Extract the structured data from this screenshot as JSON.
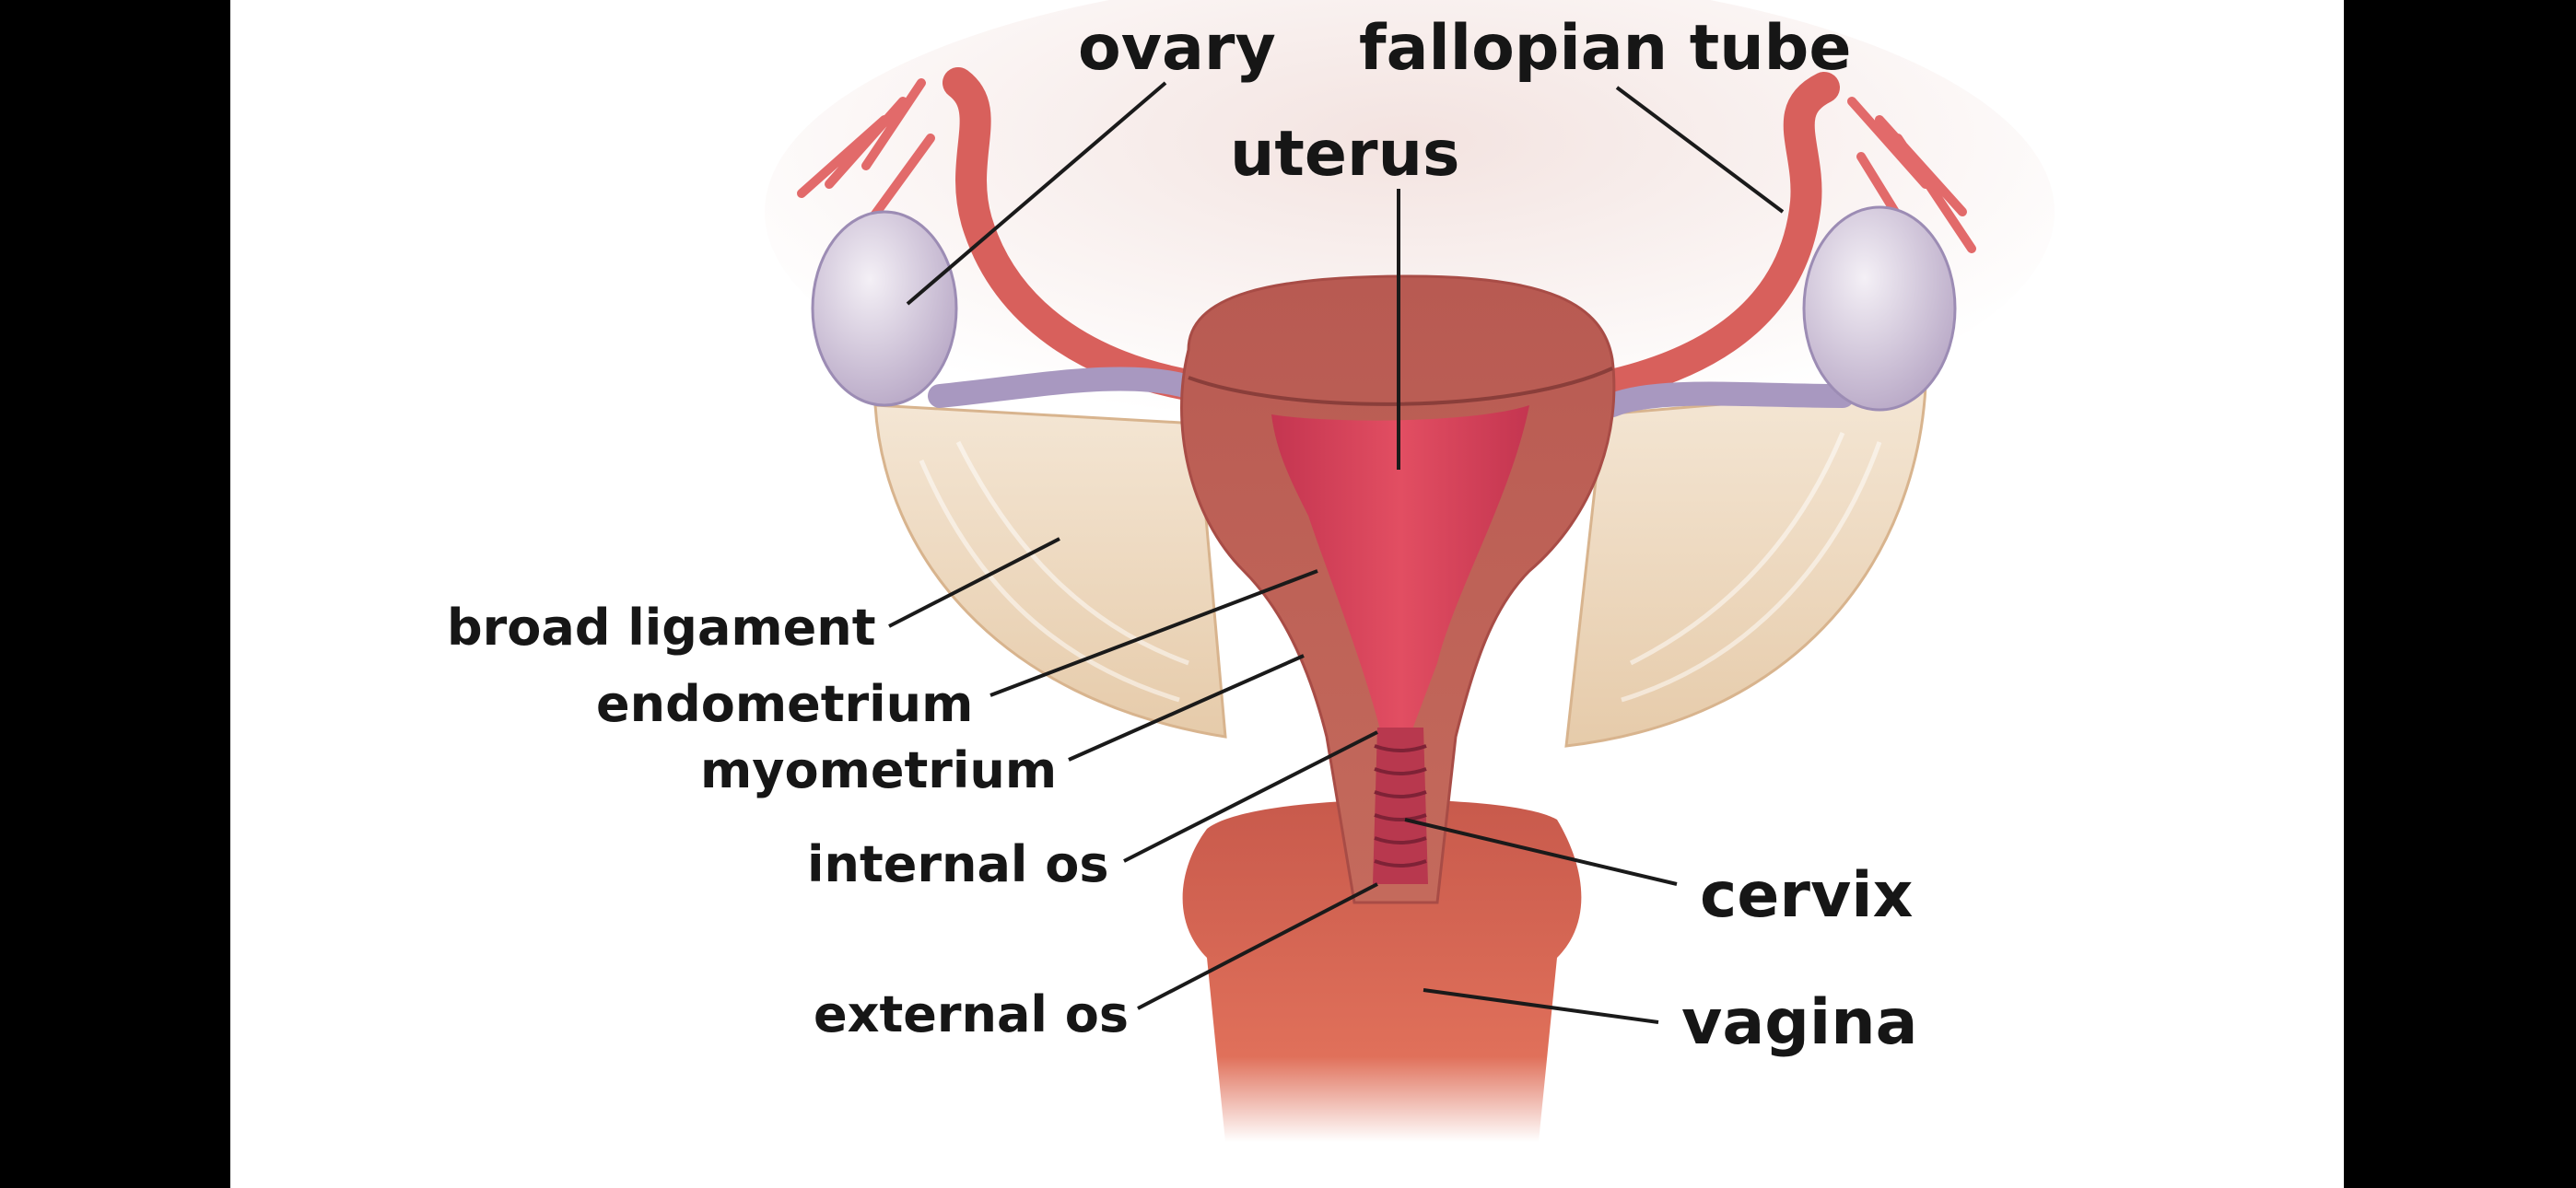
{
  "diagram": {
    "labels": {
      "ovary": "ovary",
      "fallopian_tube": "fallopian tube",
      "uterus": "uterus",
      "broad_ligament": "broad ligament",
      "endometrium": "endometrium",
      "myometrium": "myometrium",
      "internal_os": "internal os",
      "cervix": "cervix",
      "external_os": "external os",
      "vagina": "vagina"
    },
    "colors": {
      "background": "#ffffff",
      "letterbox": "#000000",
      "label_text": "#161616",
      "myometrium": "#c0645a",
      "endometrium": "#d8435a",
      "ovary": "#dcd6e2",
      "broad_ligament": "#f0dcc4",
      "tube": "#e06a66",
      "vagina": "#d8644e"
    }
  }
}
